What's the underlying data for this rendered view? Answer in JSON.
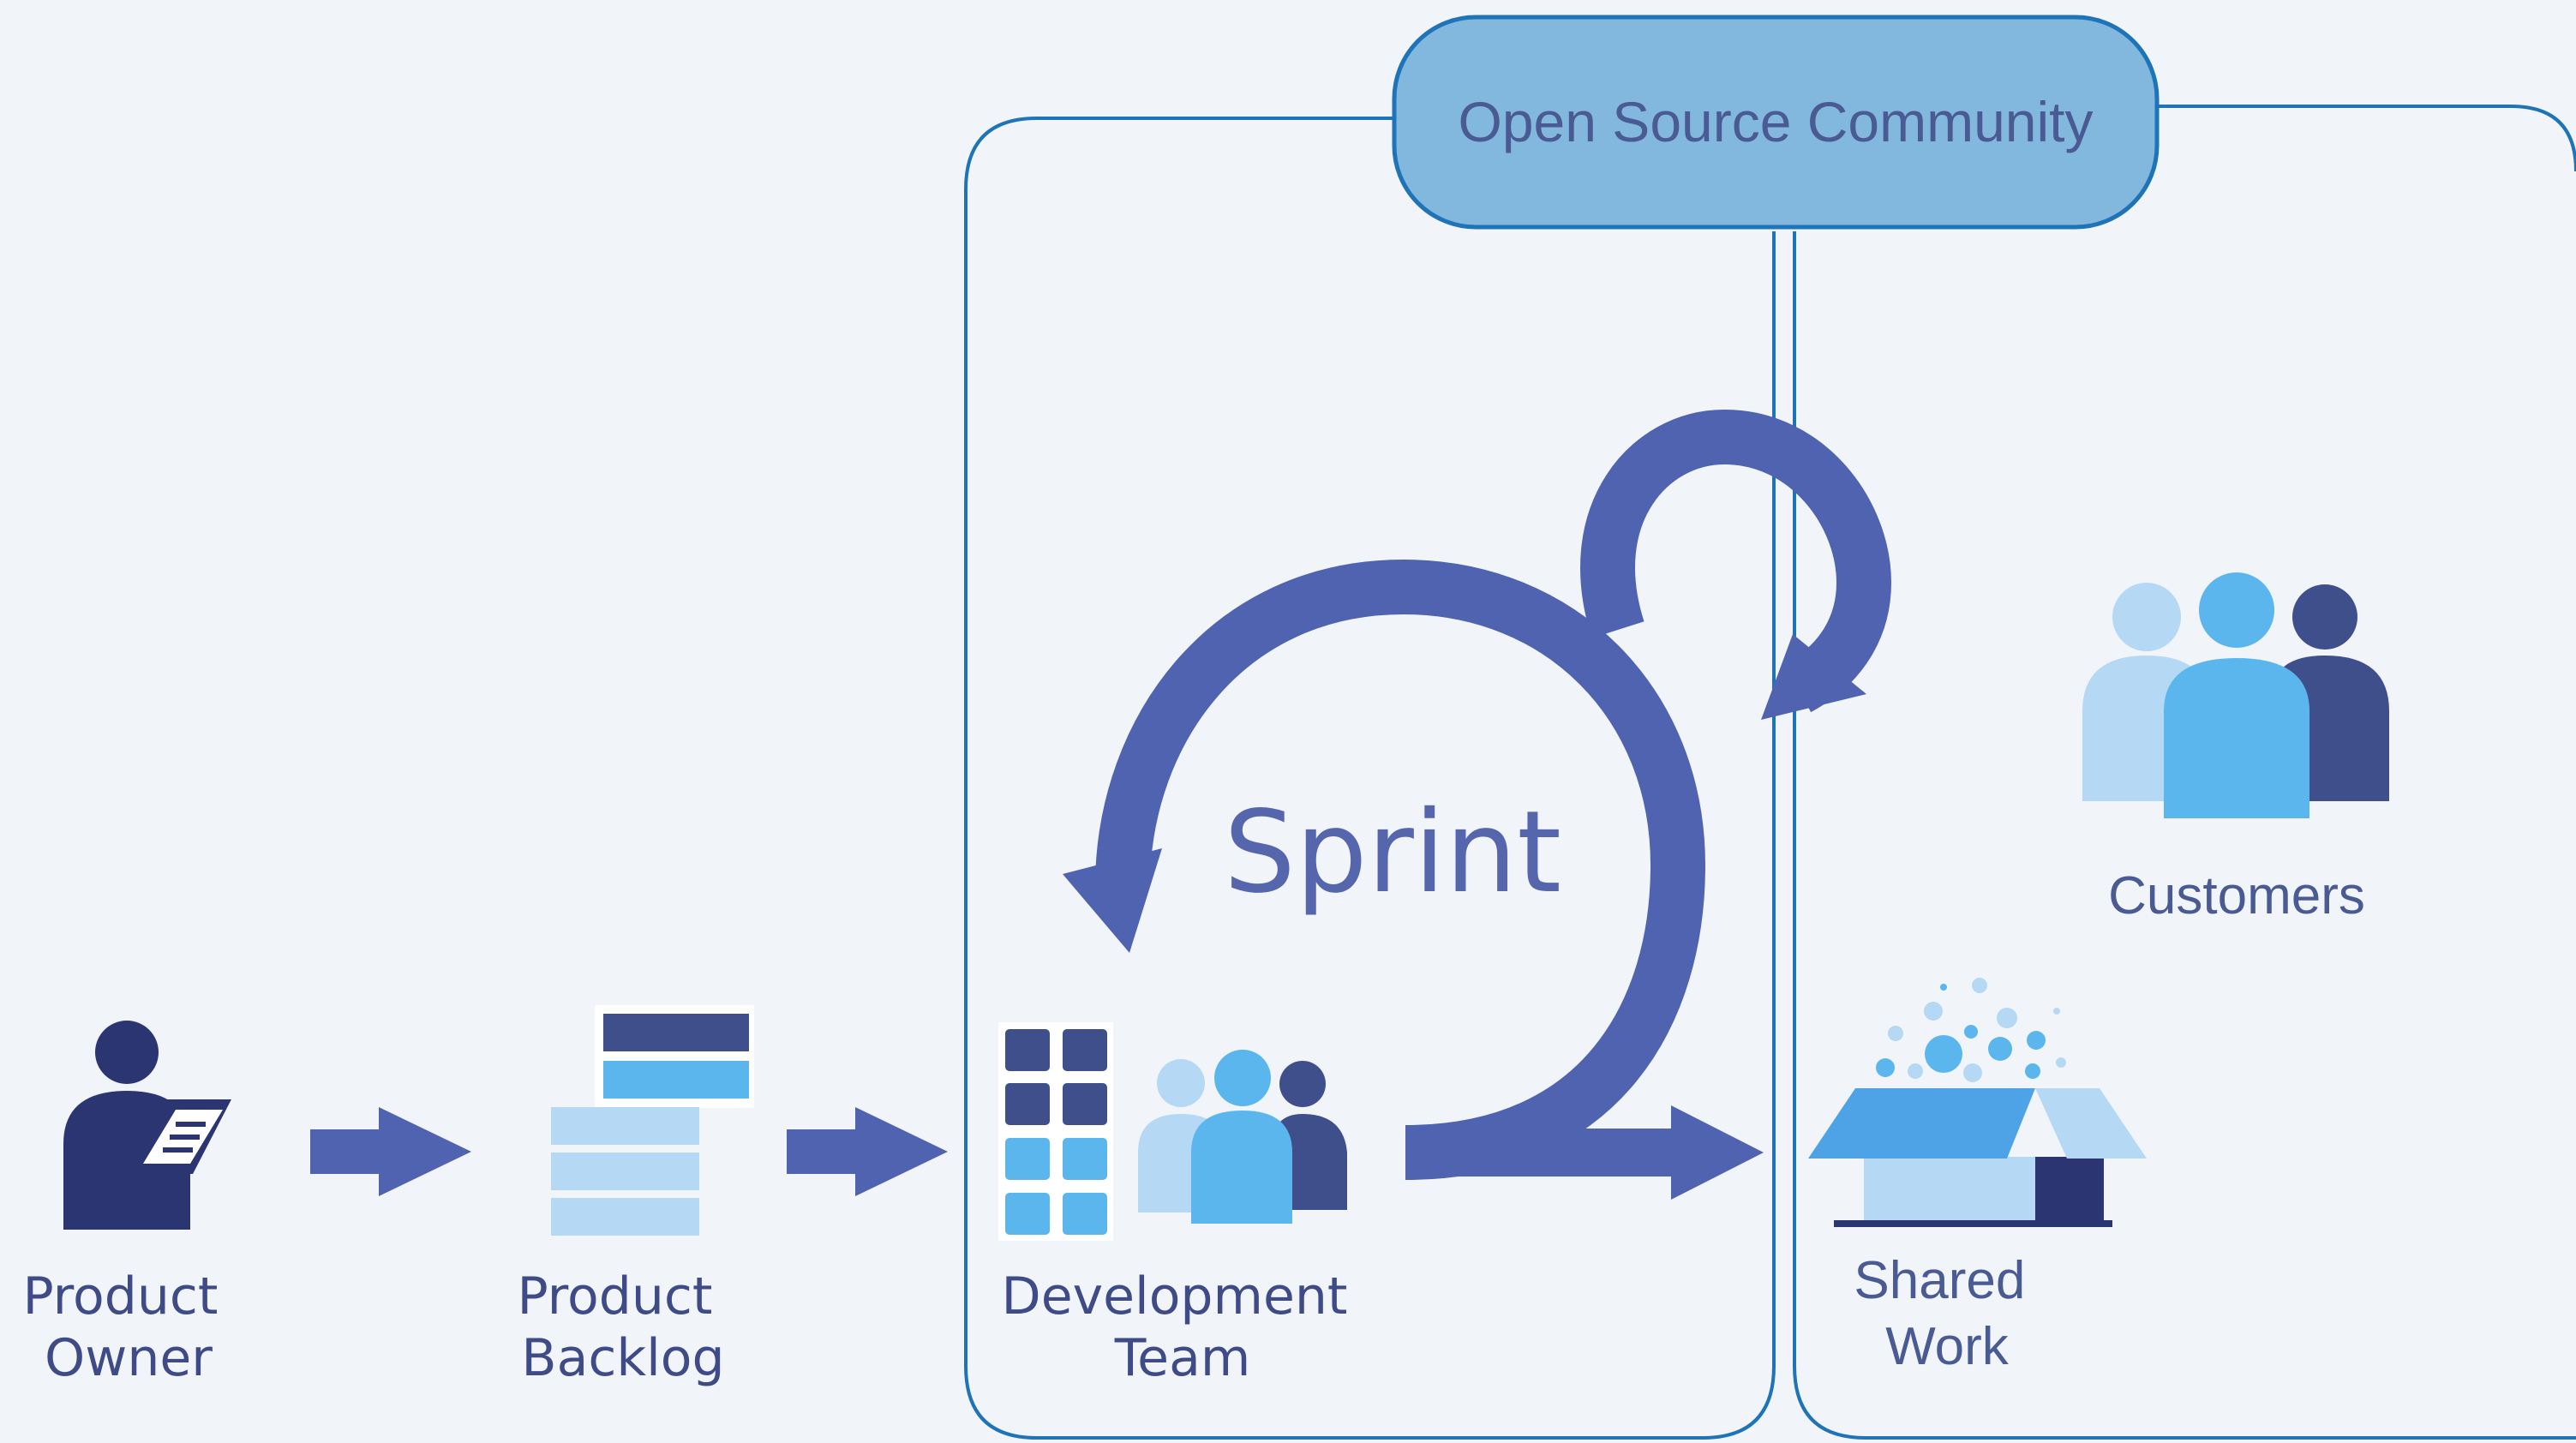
{
  "community": {
    "label": "Open Source Community"
  },
  "product_owner": {
    "line1": "Product",
    "line2": "Owner"
  },
  "product_backlog": {
    "line1": "Product",
    "line2": "Backlog"
  },
  "development_team": {
    "line1": "Development",
    "line2": "Team"
  },
  "sprint": {
    "label": "Sprint"
  },
  "customers": {
    "label": "Customers"
  },
  "shared_work": {
    "line1": "Shared",
    "line2": "Work"
  },
  "colors": {
    "background": "#f1f5fa",
    "arrow": "#5063b0",
    "dark_navy": "#2b3571",
    "navy": "#3f4f8c",
    "light_blue": "#b5d9f4",
    "mid_blue": "#5cb6ee",
    "community_fill": "#82b8de",
    "border": "#1f73b7"
  }
}
